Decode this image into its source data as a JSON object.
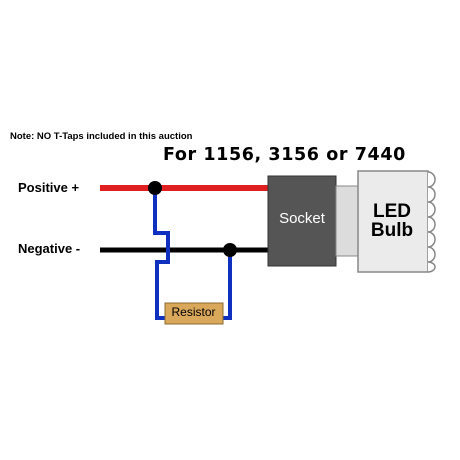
{
  "note": "Note: NO T-Taps included in this auction",
  "title": "For 1156, 3156 or 7440",
  "labels": {
    "positive": "Positive +",
    "negative": "Negative -"
  },
  "components": {
    "socket": "Socket",
    "led_line1": "LED",
    "led_line2": "Bulb",
    "resistor": "Resistor"
  },
  "colors": {
    "positive_wire": "#e02020",
    "negative_wire": "#000000",
    "resistor_wire": "#1030c0",
    "socket_fill": "#555555",
    "bulb_base": "#dcdcdc",
    "resistor_fill": "#d9a85a"
  }
}
